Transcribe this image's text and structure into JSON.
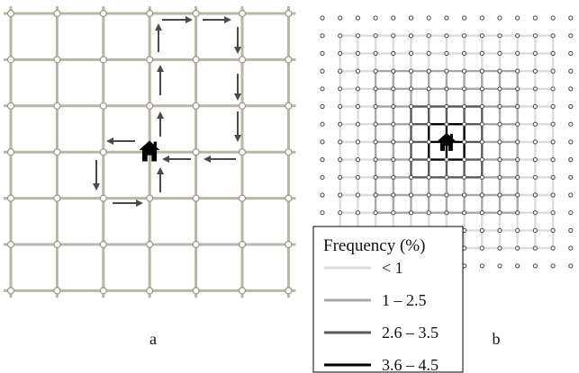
{
  "panels": [
    {
      "id": "a",
      "label": "a"
    },
    {
      "id": "b",
      "label": "b"
    }
  ],
  "legend": {
    "title": "Frequency (%)",
    "items": [
      {
        "label": "< 1",
        "color": "#dcdcdc"
      },
      {
        "label": "1 – 2.5",
        "color": "#a8a8a8"
      },
      {
        "label": "2.6 – 3.5",
        "color": "#5a5a5a"
      },
      {
        "label": "3.6 – 4.5",
        "color": "#000000"
      }
    ]
  },
  "colors": {
    "street": "#b9b5a8",
    "node_fill": "#ffffff",
    "node_stroke": "#9a968a",
    "arrow": "#4a4a4a",
    "home": "#000000"
  },
  "icons": [
    "home-icon",
    "arrow-icon"
  ]
}
